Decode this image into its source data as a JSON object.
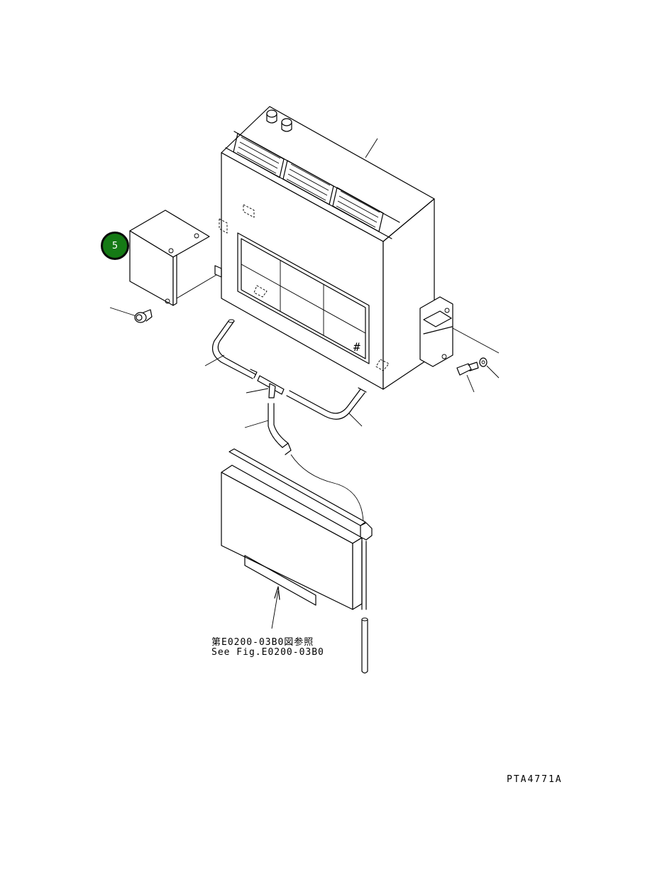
{
  "diagram": {
    "callout": {
      "number": "5",
      "fill_color": "#157a15",
      "text_color": "#ffffff"
    },
    "reference_note": {
      "line_jp": "第E0200-03B0図参照",
      "line_en": "See Fig.E0200-03B0"
    },
    "drawing_code": "PTA4771A"
  }
}
